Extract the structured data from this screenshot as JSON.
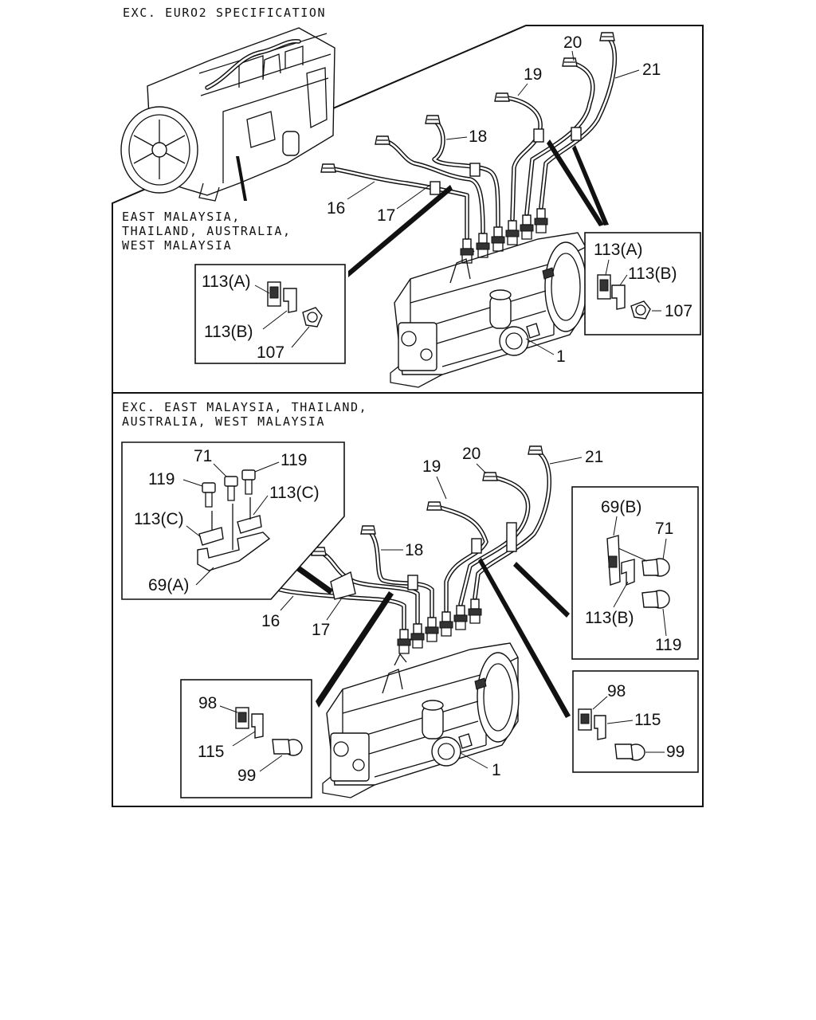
{
  "top_section": {
    "header": "EXC. EURO2 SPECIFICATION",
    "region_note": [
      "EAST MALAYSIA,",
      "THAILAND, AUSTRALIA,",
      "WEST MALAYSIA"
    ],
    "pipe_labels": {
      "p16": "16",
      "p17": "17",
      "p18": "18",
      "p19": "19",
      "p20": "20",
      "p21": "21",
      "pump": "1"
    },
    "inset_left": {
      "clip_a": "113(A)",
      "clip_b": "113(B)",
      "nut": "107"
    },
    "inset_right": {
      "clip_a": "113(A)",
      "clip_b": "113(B)",
      "nut": "107"
    }
  },
  "bottom_section": {
    "header": [
      "EXC. EAST MALAYSIA, THAILAND,",
      "AUSTRALIA, WEST MALAYSIA"
    ],
    "pipe_labels": {
      "p16": "16",
      "p17": "17",
      "p18": "18",
      "p19": "19",
      "p20": "20",
      "p21": "21",
      "pump": "1"
    },
    "inset_upper_left": {
      "bolt_left": "119",
      "bolt_mid": "71",
      "bolt_right": "119",
      "clip_c_left": "113(C)",
      "clip_c_right": "113(C)",
      "bracket": "69(A)"
    },
    "inset_upper_right": {
      "bracket": "69(B)",
      "bolt_top": "71",
      "clip": "113(B)",
      "bolt_bottom": "119"
    },
    "inset_lower_left": {
      "clip_top": "98",
      "clip": "115",
      "bolt": "99"
    },
    "inset_lower_right": {
      "clip_top": "98",
      "clip": "115",
      "bolt": "99"
    }
  }
}
